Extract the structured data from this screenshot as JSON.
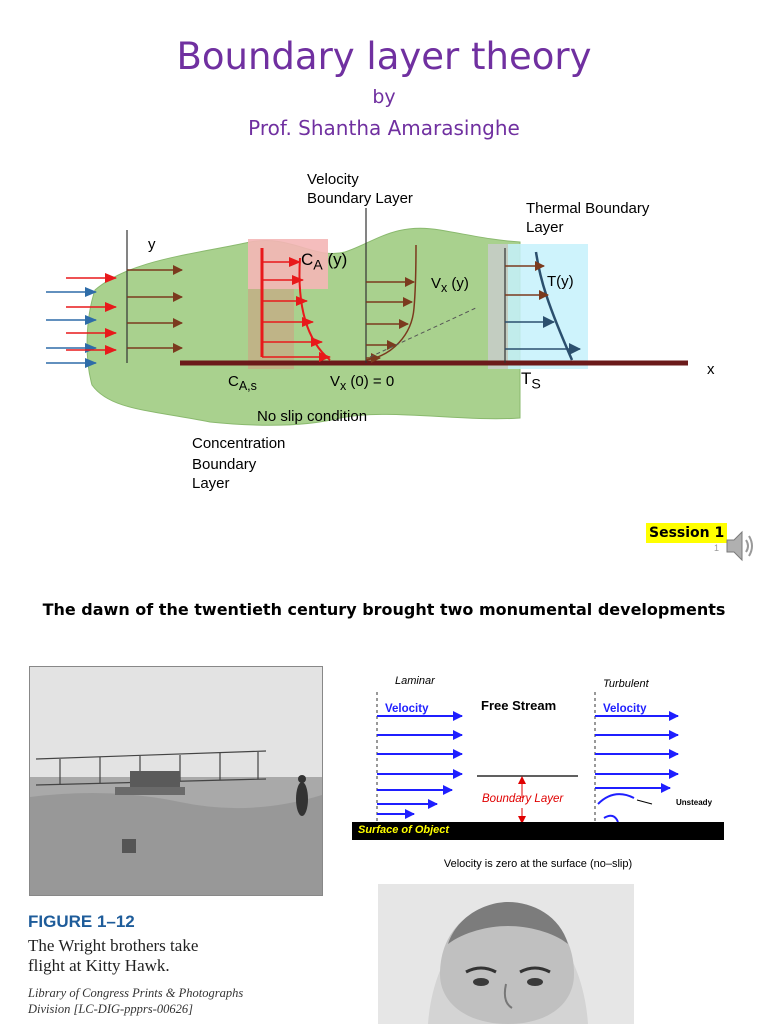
{
  "header": {
    "title": "Boundary layer theory",
    "by": "by",
    "author": "Prof. Shantha Amarasinghe"
  },
  "boundary_diagram": {
    "velocity_layer_label": [
      "Velocity",
      "Boundary Layer"
    ],
    "thermal_layer_label": [
      "Thermal Boundary",
      "Layer"
    ],
    "y_axis": "y",
    "x_axis": "x",
    "ca_y": "C",
    "ca_y_sub": "A",
    "ca_y_tail": " (y)",
    "vx_y": "V",
    "vx_y_sub": "x",
    "vx_y_tail": " (y)",
    "t_y": "T(y)",
    "cas": "C",
    "cas_sub": "A,s",
    "vx0": "V",
    "vx0_sub": "x",
    "vx0_tail": " (0) = 0",
    "ts": "T",
    "ts_sub": "S",
    "no_slip": "No slip condition",
    "concentration_label": [
      "Concentration",
      "Boundary",
      "Layer"
    ]
  },
  "session": {
    "label": "Session 1",
    "slide_number": "1"
  },
  "slide2": {
    "heading": "The dawn of the twentieth century brought two monumental developments",
    "figure_number": "FIGURE 1–12",
    "figure_caption": [
      "The Wright brothers take",
      "flight at Kitty Hawk."
    ],
    "figure_credit": [
      "Library of Congress Prints & Photographs",
      "Division [LC-DIG-ppprs-00626]"
    ],
    "laminar": "Laminar",
    "turbulent": "Turbulent",
    "free_stream": "Free Stream",
    "velocity_left": "Velocity",
    "velocity_right": "Velocity",
    "boundary_layer": "Boundary Layer",
    "unsteady": "Unsteady",
    "surface": "Surface of Object",
    "bl_caption": "Velocity is zero at the surface (no–slip)"
  },
  "colors": {
    "title": "#7030a0",
    "green_layer": "#a9d18e",
    "red_region": "#f4b6b6",
    "cyan_region": "#c6f1fb",
    "arrow_brown": "#7b3a1e",
    "plate": "#6b1a1a",
    "blue_arrow": "#2e6ca8",
    "highlight": "#ffff00",
    "blue_layer_arrow": "#1f1fff",
    "boundary_red": "#e00000"
  },
  "icons": [
    "speaker-icon"
  ]
}
